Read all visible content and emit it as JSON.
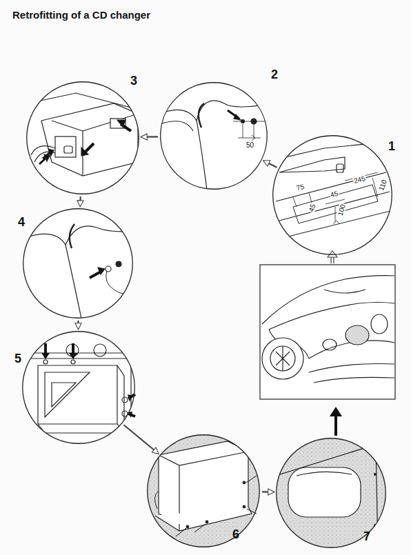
{
  "diagram": {
    "title": "Retrofitting of a CD changer",
    "nodes": [
      {
        "text": [
          "1"
        ]
      },
      {
        "text": [
          "2"
        ]
      },
      {
        "text": [
          "3"
        ]
      },
      {
        "text": [
          "4"
        ]
      },
      {
        "text": [
          "5"
        ]
      },
      {
        "text": [
          "6"
        ]
      },
      {
        "text": [
          "7"
        ]
      }
    ],
    "edges": [
      {
        "from": 0,
        "to": 1,
        "arrow": "to"
      },
      {
        "from": 1,
        "to": 2,
        "arrow": "to"
      },
      {
        "from": 2,
        "to": 3,
        "arrow": "to"
      },
      {
        "from": 3,
        "to": 4,
        "arrow": "to"
      },
      {
        "from": 4,
        "to": 5,
        "arrow": "to"
      },
      {
        "from": 5,
        "to": 6,
        "arrow": "to"
      }
    ],
    "labels": [
      "75",
      "245",
      "45",
      "110",
      "45",
      "100",
      "50"
    ]
  }
}
